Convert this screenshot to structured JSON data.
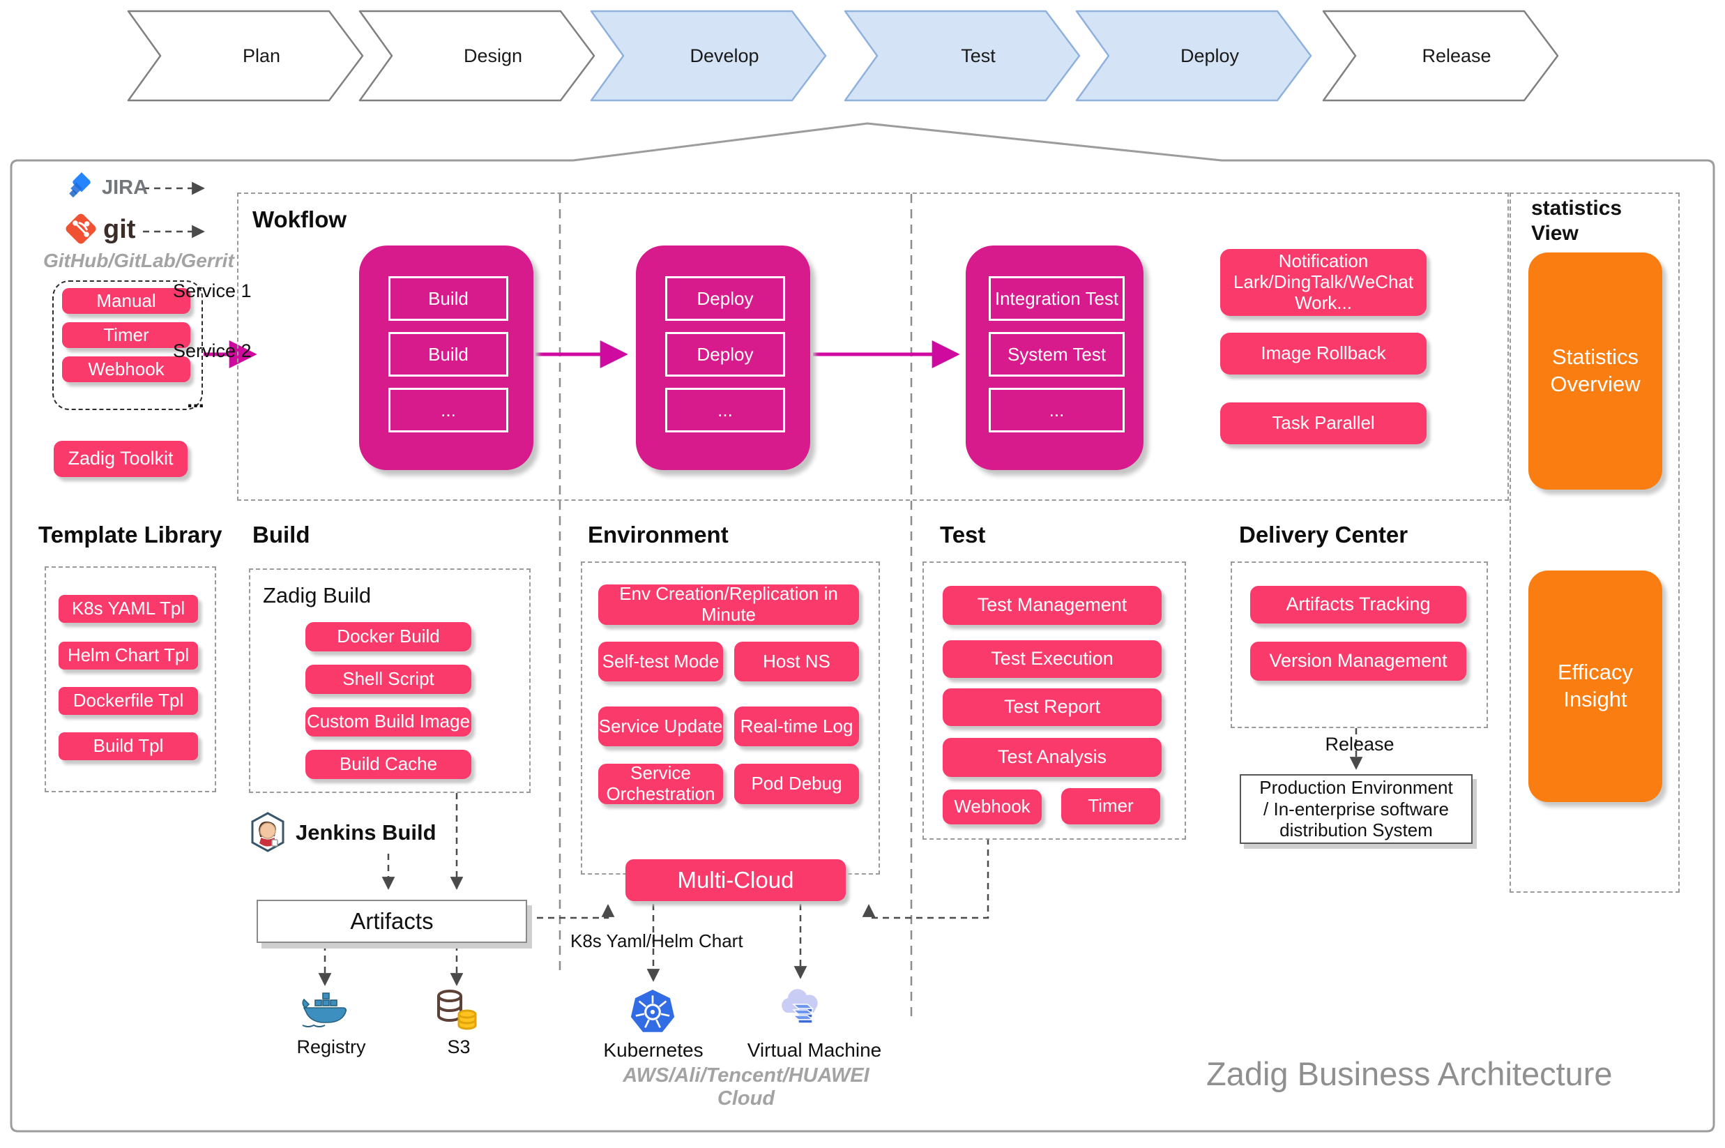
{
  "pipeline": {
    "stages": [
      {
        "label": "Plan",
        "active": false
      },
      {
        "label": "Design",
        "active": false
      },
      {
        "label": "Develop",
        "active": true
      },
      {
        "label": "Test",
        "active": true
      },
      {
        "label": "Deploy",
        "active": true
      },
      {
        "label": "Release",
        "active": false
      }
    ]
  },
  "sources": {
    "jira_label": "JIRA",
    "git_label": "git",
    "providers_label": "GitHub/GitLab/Gerrit",
    "triggers": [
      "Manual",
      "Timer",
      "Webhook"
    ],
    "toolkit_label": "Zadig Toolkit"
  },
  "workflow": {
    "title": "Wokflow",
    "services": [
      "Service 1",
      "Service 2",
      "..."
    ],
    "build_steps": [
      "Build",
      "Build",
      "..."
    ],
    "deploy_steps": [
      "Deploy",
      "Deploy",
      "..."
    ],
    "test_steps": [
      "Integration Test",
      "System Test",
      "..."
    ],
    "notification": {
      "title": "Notification",
      "line1": "Lark/DingTalk/WeChat",
      "line2": "Work..."
    },
    "image_rollback": "Image Rollback",
    "task_parallel": "Task Parallel"
  },
  "statistics": {
    "title_line1": "statistics",
    "title_line2": "View",
    "overview": "Statistics Overview",
    "insight": "Efficacy Insight"
  },
  "template_library": {
    "title": "Template Library",
    "items": [
      "K8s YAML Tpl",
      "Helm Chart Tpl",
      "Dockerfile Tpl",
      "Build Tpl"
    ]
  },
  "build": {
    "title": "Build",
    "zadig_title": "Zadig Build",
    "items": [
      "Docker Build",
      "Shell Script",
      "Custom Build Image",
      "Build Cache"
    ],
    "jenkins_label": "Jenkins Build",
    "artifacts_label": "Artifacts",
    "registry_label": "Registry",
    "s3_label": "S3"
  },
  "environment": {
    "title": "Environment",
    "wide_line1": "Env Creation/Replication in",
    "wide_line2": "Minute",
    "items": [
      "Self-test Mode",
      "Host NS",
      "Service Update",
      "Real-time Log",
      "Service Orchestration",
      "Pod Debug"
    ],
    "multi_cloud": "Multi-Cloud",
    "k8s_label": "K8s Yaml/Helm Chart",
    "kubernetes_label": "Kubernetes",
    "vm_label": "Virtual Machine",
    "clouds_label": "AWS/Ali/Tencent/HUAWEI Cloud"
  },
  "test": {
    "title": "Test",
    "items": [
      "Test Management",
      "Test Execution",
      "Test Report",
      "Test Analysis"
    ],
    "webhook": "Webhook",
    "timer": "Timer"
  },
  "delivery": {
    "title": "Delivery Center",
    "items": [
      "Artifacts Tracking",
      "Version Management"
    ],
    "release_label": "Release",
    "production_line1": "Production Environment",
    "production_line2": "/ In-enterprise software",
    "production_line3": "distribution System"
  },
  "footer": {
    "title": "Zadig Business Architecture"
  },
  "colors": {
    "button_pink": "#fb3a6c",
    "container_magenta": "#d81b8c",
    "accent_orange": "#fa7d11",
    "chevron_blue": "#d4e3f5",
    "arrow_magenta": "#cf0a9e",
    "border_gray": "#9a9a9a"
  }
}
